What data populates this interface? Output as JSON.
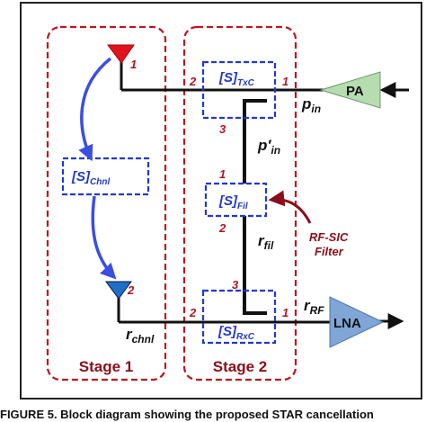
{
  "diagram": {
    "stage1": {
      "title": "Stage 1",
      "block_label": "[S]",
      "block_sub": "Chnl",
      "port_tx": "1",
      "port_rx": "2",
      "r_chnl": "r",
      "r_chnl_sub": "chnl"
    },
    "stage2": {
      "title": "Stage 2"
    },
    "txc": {
      "label": "[S]",
      "sub": "TxC",
      "port_left": "2",
      "port_right": "1",
      "port_bottom": "3"
    },
    "fil": {
      "label": "[S]",
      "sub": "Fil",
      "port_top": "1",
      "port_bottom": "2"
    },
    "rxc": {
      "label": "[S]",
      "sub": "RxC",
      "port_left": "2",
      "port_right": "1",
      "port_top": "3"
    },
    "pa": {
      "label": "PA"
    },
    "lna": {
      "label": "LNA"
    },
    "signals": {
      "p_in": "p",
      "p_in_sub": "in",
      "p_prime_in": "p′",
      "p_prime_in_sub": "in",
      "r_fil": "r",
      "r_fil_sub": "fil",
      "r_rf": "r",
      "r_rf_sub": "RF"
    },
    "annotation": {
      "line1": "RF-SIC",
      "line2": "Filter"
    },
    "caption_fragment": "FIGURE 5.   Block diagram showing the proposed STAR cancellation"
  },
  "colors": {
    "stage_border": "#c0141e",
    "coupler_border": "#2238d0",
    "arrow_blue": "#3a4fe0",
    "antenna_tx": "#e0141e",
    "antenna_rx": "#1e6fc8",
    "amp_pa": "#b5ddb0",
    "amp_lna": "#7fa6d6",
    "annotation": "#8b0f1a"
  }
}
